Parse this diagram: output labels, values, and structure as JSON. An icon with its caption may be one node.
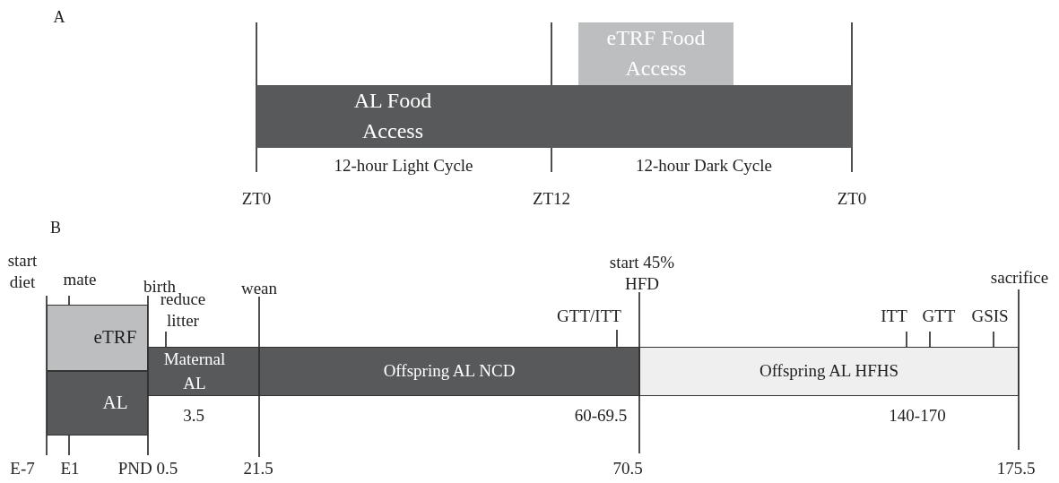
{
  "diagram": {
    "nodes": [
      {
        "text": [
          "eTRF Food Access"
        ]
      },
      {
        "text": [
          "AL Food Access"
        ]
      },
      {
        "text": [
          "eTRF"
        ]
      },
      {
        "text": [
          "AL"
        ]
      },
      {
        "text": [
          "Maternal AL"
        ],
        "beside": [
          "reduce litter"
        ]
      },
      {
        "text": [
          "Offspring AL NCD"
        ],
        "beside": [
          "GTT/ITT"
        ]
      },
      {
        "text": [
          "Offspring AL HFHS"
        ],
        "beside": [
          "ITT",
          "GTT",
          "GSIS"
        ]
      }
    ],
    "edges": [],
    "labels": [
      "A",
      "12-hour Light Cycle",
      "12-hour Dark Cycle",
      "ZT0",
      "ZT12",
      "ZT0",
      "B",
      "start diet",
      "mate",
      "birth",
      "wean",
      "start 45% HFD",
      "sacrifice",
      "3.5",
      "60-69.5",
      "140-170",
      "E-7",
      "E1",
      "PND 0.5",
      "21.5",
      "70.5",
      "175.5"
    ]
  }
}
